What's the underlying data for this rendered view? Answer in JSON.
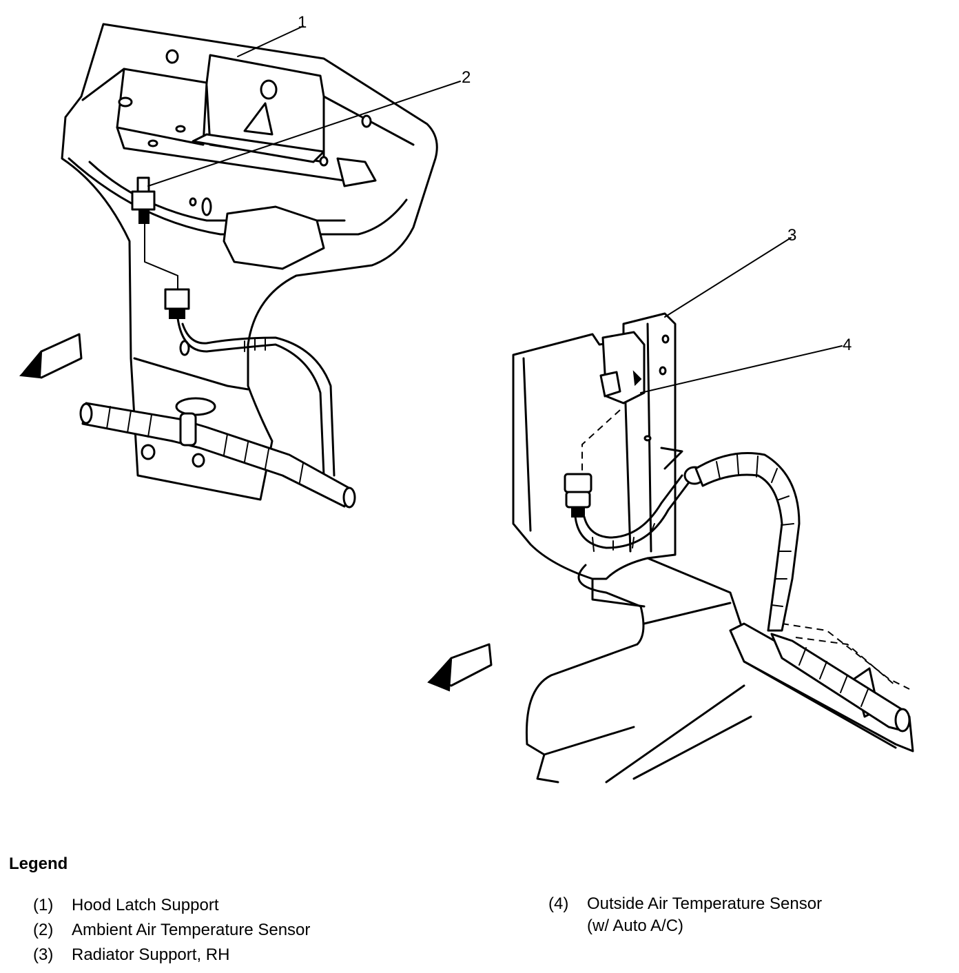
{
  "callouts": {
    "c1": "1",
    "c2": "2",
    "c3": "3",
    "c4": "4"
  },
  "legend": {
    "title": "Legend",
    "items": [
      {
        "num": "(1)",
        "text": "Hood Latch Support"
      },
      {
        "num": "(2)",
        "text": "Ambient Air Temperature Sensor"
      },
      {
        "num": "(3)",
        "text": "Radiator Support, RH"
      },
      {
        "num": "(4)",
        "text": "Outside Air Temperature Sensor",
        "text2": "(w/ Auto A/C)"
      }
    ]
  }
}
